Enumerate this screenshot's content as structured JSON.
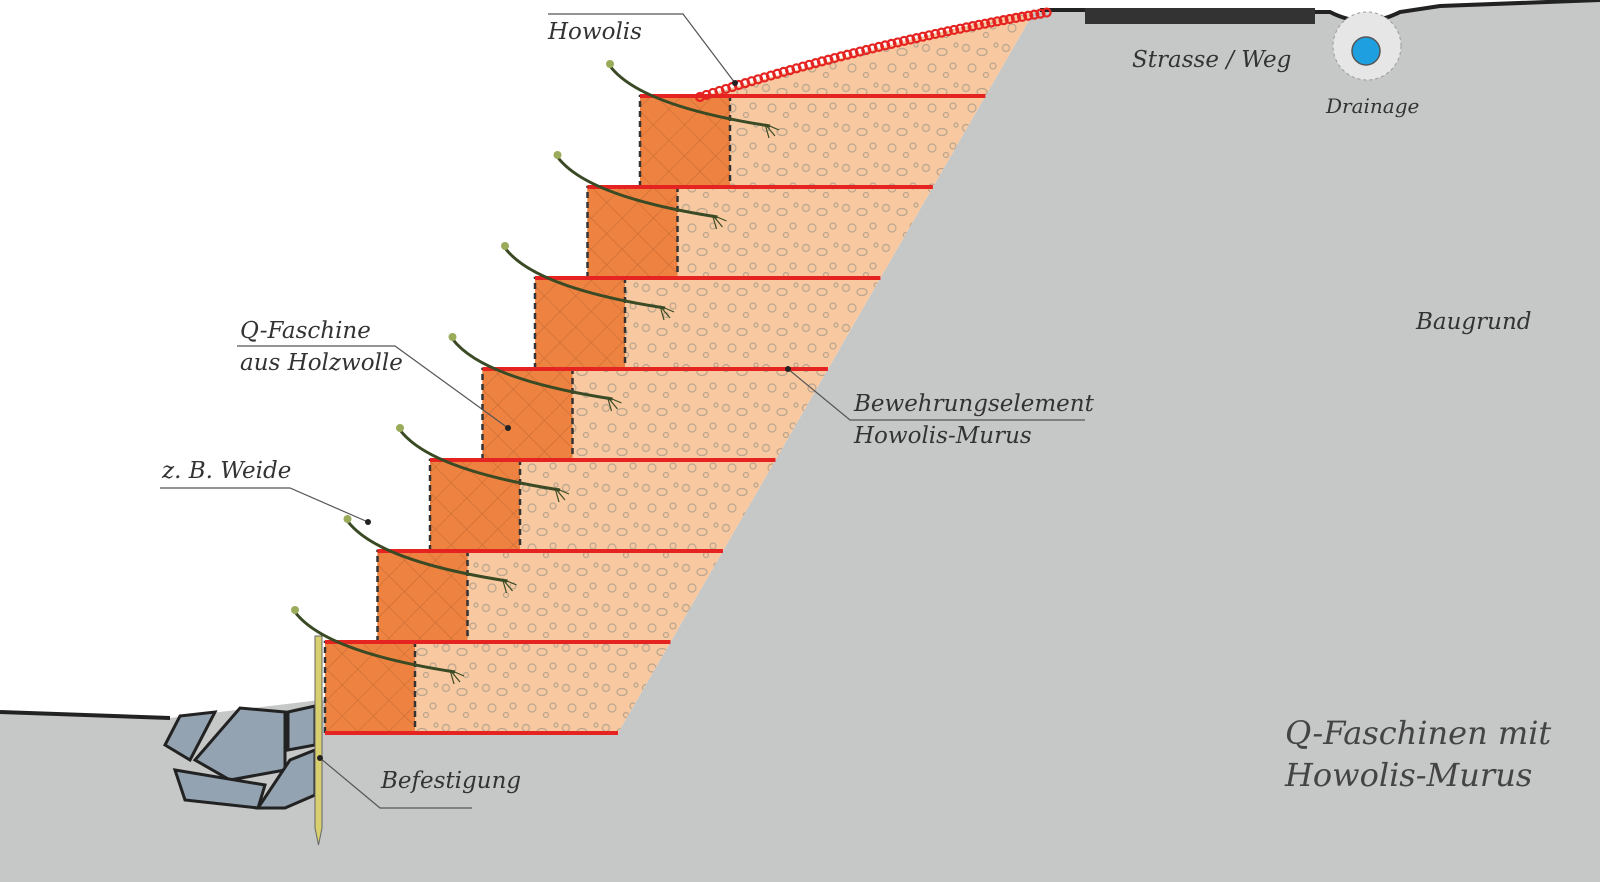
{
  "labels": {
    "howolis": "Howolis",
    "strasse": "Strasse / Weg",
    "drainage": "Drainage",
    "baugrund": "Baugrund",
    "qfaschine_1": "Q-Faschine",
    "qfaschine_2": "aus Holzwolle",
    "bewehrung_1": "Bewehrungselement",
    "bewehrung_2": "Howolis-Murus",
    "weide": "z. B. Weide",
    "befestigung": "Befestigung"
  },
  "title": {
    "line1": "Q-Faschinen mit",
    "line2": "Howolis-Murus"
  },
  "colors": {
    "ground": "#c6c7c7",
    "sand": "#f8c9a0",
    "block": "#ee8240",
    "reinforcement": "#e52421",
    "stone": "#93a3b1",
    "drain": "#1ea0e0",
    "stake": "#d8cf6e"
  }
}
